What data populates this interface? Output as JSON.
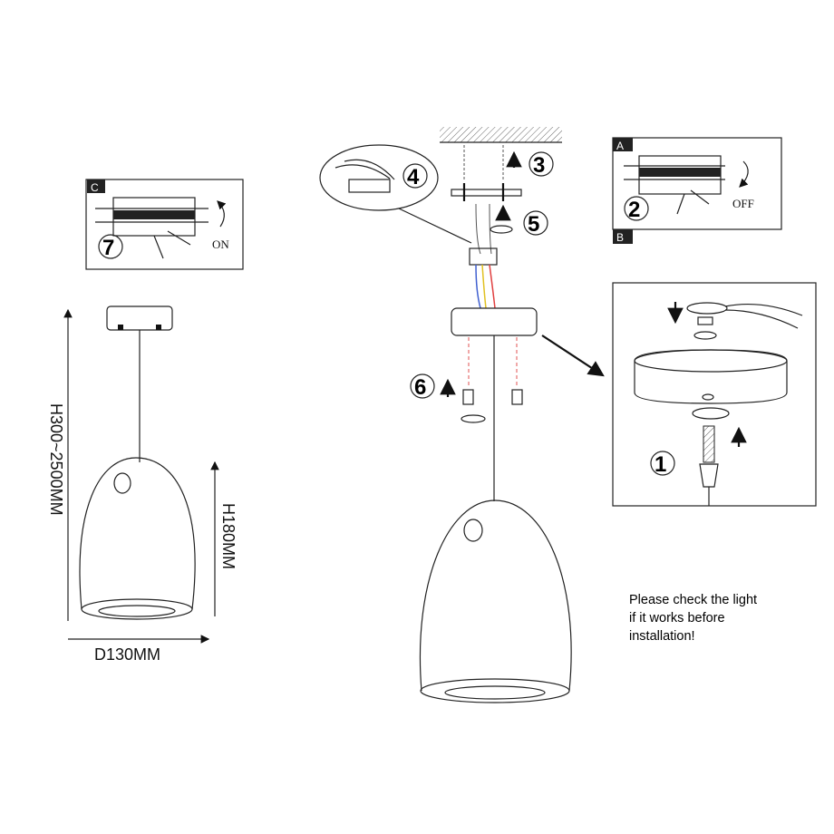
{
  "panel_c": {
    "tag": "C",
    "step": "7",
    "label": "ON"
  },
  "panel_a": {
    "tag_top": "A",
    "tag_bottom": "B",
    "step": "2",
    "label": "OFF"
  },
  "dimensions": {
    "height_total": "H300~2500MM",
    "height_shade": "H180MM",
    "diameter": "D130MM"
  },
  "steps": {
    "s1": "1",
    "s3": "3",
    "s4": "4",
    "s5": "5",
    "s6": "6"
  },
  "note": {
    "lines": [
      "Please check the light",
      "if it works before",
      "installation!"
    ]
  },
  "colors": {
    "wire_red": "#e04040",
    "wire_blue": "#4060d0",
    "wire_yellow": "#e0c020",
    "dashed": "#e05050"
  }
}
